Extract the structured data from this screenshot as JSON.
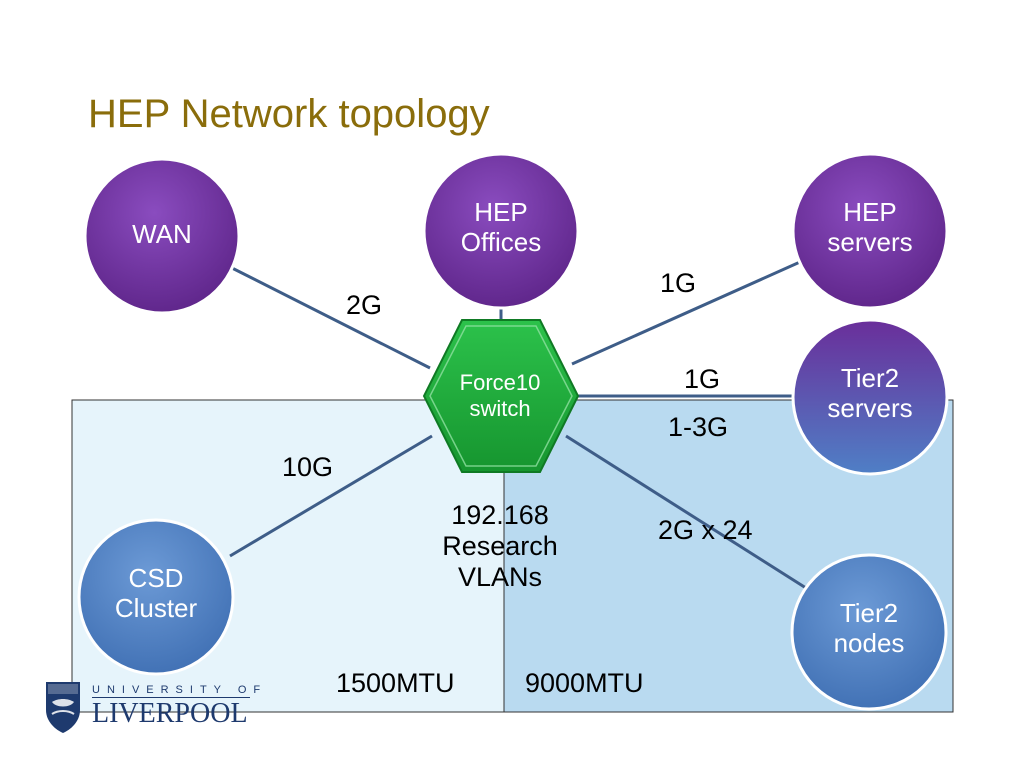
{
  "title": "HEP Network topology",
  "nodes": {
    "wan": {
      "lines": [
        "WAN"
      ],
      "color": "#6a2a96"
    },
    "hep_offices": {
      "lines": [
        "HEP",
        "Offices"
      ],
      "color": "#6a2a96"
    },
    "hep_servers": {
      "lines": [
        "HEP",
        "servers"
      ],
      "color": "#6a2a96"
    },
    "tier2_servers": {
      "lines": [
        "Tier2",
        "servers"
      ],
      "color": "#5a3fa6"
    },
    "csd_cluster": {
      "lines": [
        "CSD",
        "Cluster"
      ],
      "color": "#4e7fc0"
    },
    "tier2_nodes": {
      "lines": [
        "Tier2",
        "nodes"
      ],
      "color": "#4e7fc0"
    },
    "switch": {
      "lines": [
        "Force10",
        "switch"
      ],
      "color": "#1fae3b"
    }
  },
  "links": {
    "wan": "2G",
    "hep_servers": "1G",
    "tier2_servers_top": "1G",
    "tier2_servers_bottom": "1-3G",
    "csd_cluster": "10G",
    "tier2_nodes": "2G x 24"
  },
  "regions": {
    "vlan_lines": [
      "192.168",
      "Research",
      "VLANs"
    ],
    "left_mtu": "1500MTU",
    "right_mtu": "9000MTU",
    "left_color": "#e6f4fb",
    "right_color": "#b9daf0"
  },
  "logo": {
    "top": "UNIVERSITY OF",
    "main": "LIVERPOOL",
    "color": "#1e3a6e"
  }
}
